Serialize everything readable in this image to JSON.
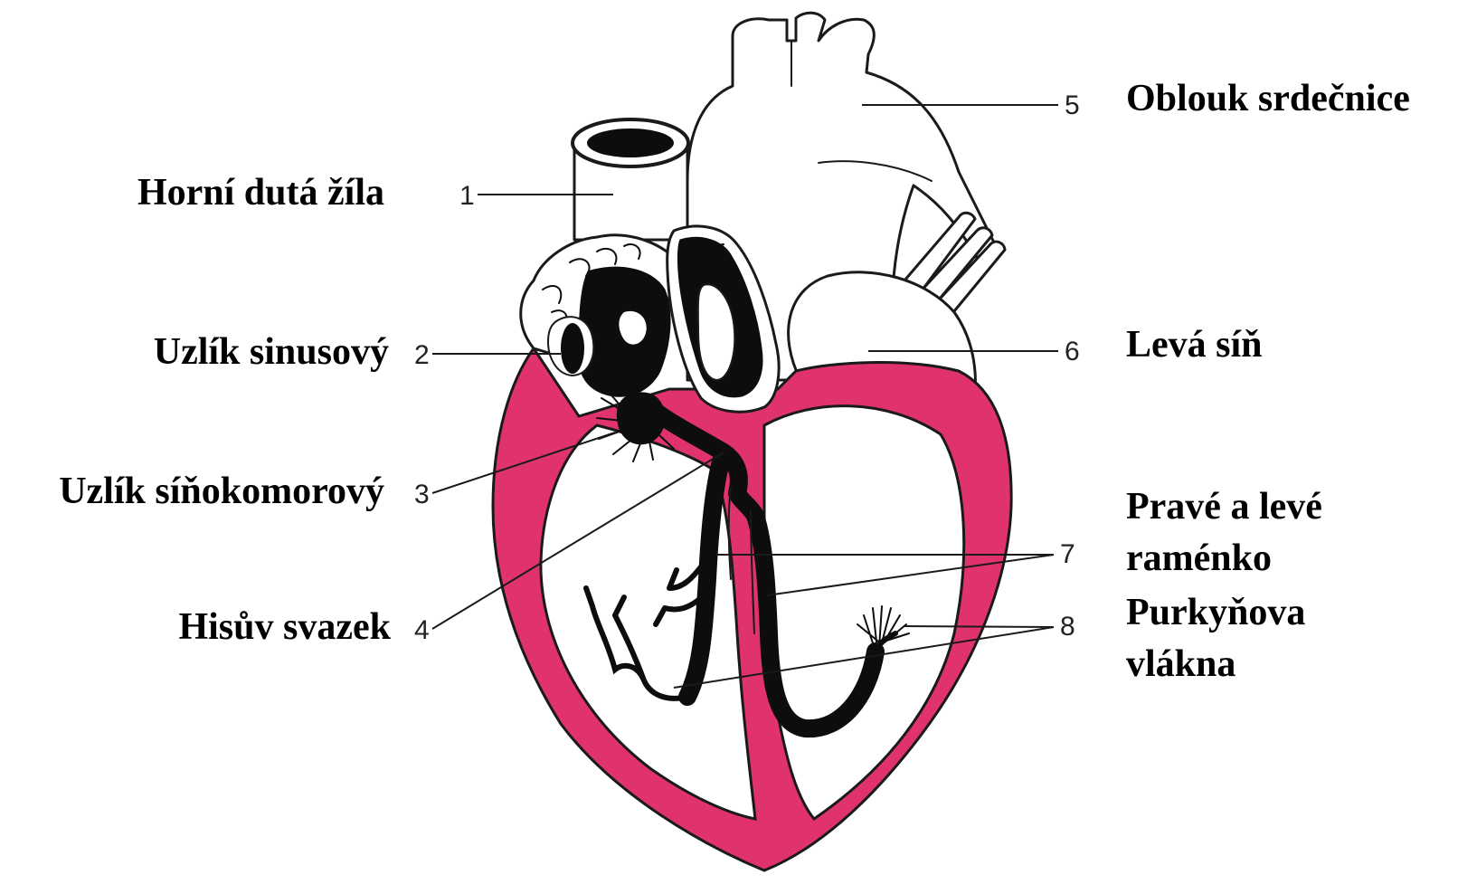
{
  "labels": {
    "l1": "Horní dutá žíla",
    "l2": "Uzlík sinusový",
    "l3": "Uzlík síňokomorový",
    "l4": "Hisův svazek",
    "l5": "Oblouk srdečnice",
    "l6": "Levá síň",
    "l7a": "Pravé a levé",
    "l7b": "raménko",
    "l8a": "Purkyňova",
    "l8b": "vlákna"
  },
  "numbers": {
    "n1": "1",
    "n2": "2",
    "n3": "3",
    "n4": "4",
    "n5": "5",
    "n6": "6",
    "n7": "7",
    "n8": "8"
  },
  "colors": {
    "myocardium": "#e0336e",
    "outline": "#1a1a1a",
    "conduction": "#0d0d0d",
    "background": "#ffffff"
  }
}
